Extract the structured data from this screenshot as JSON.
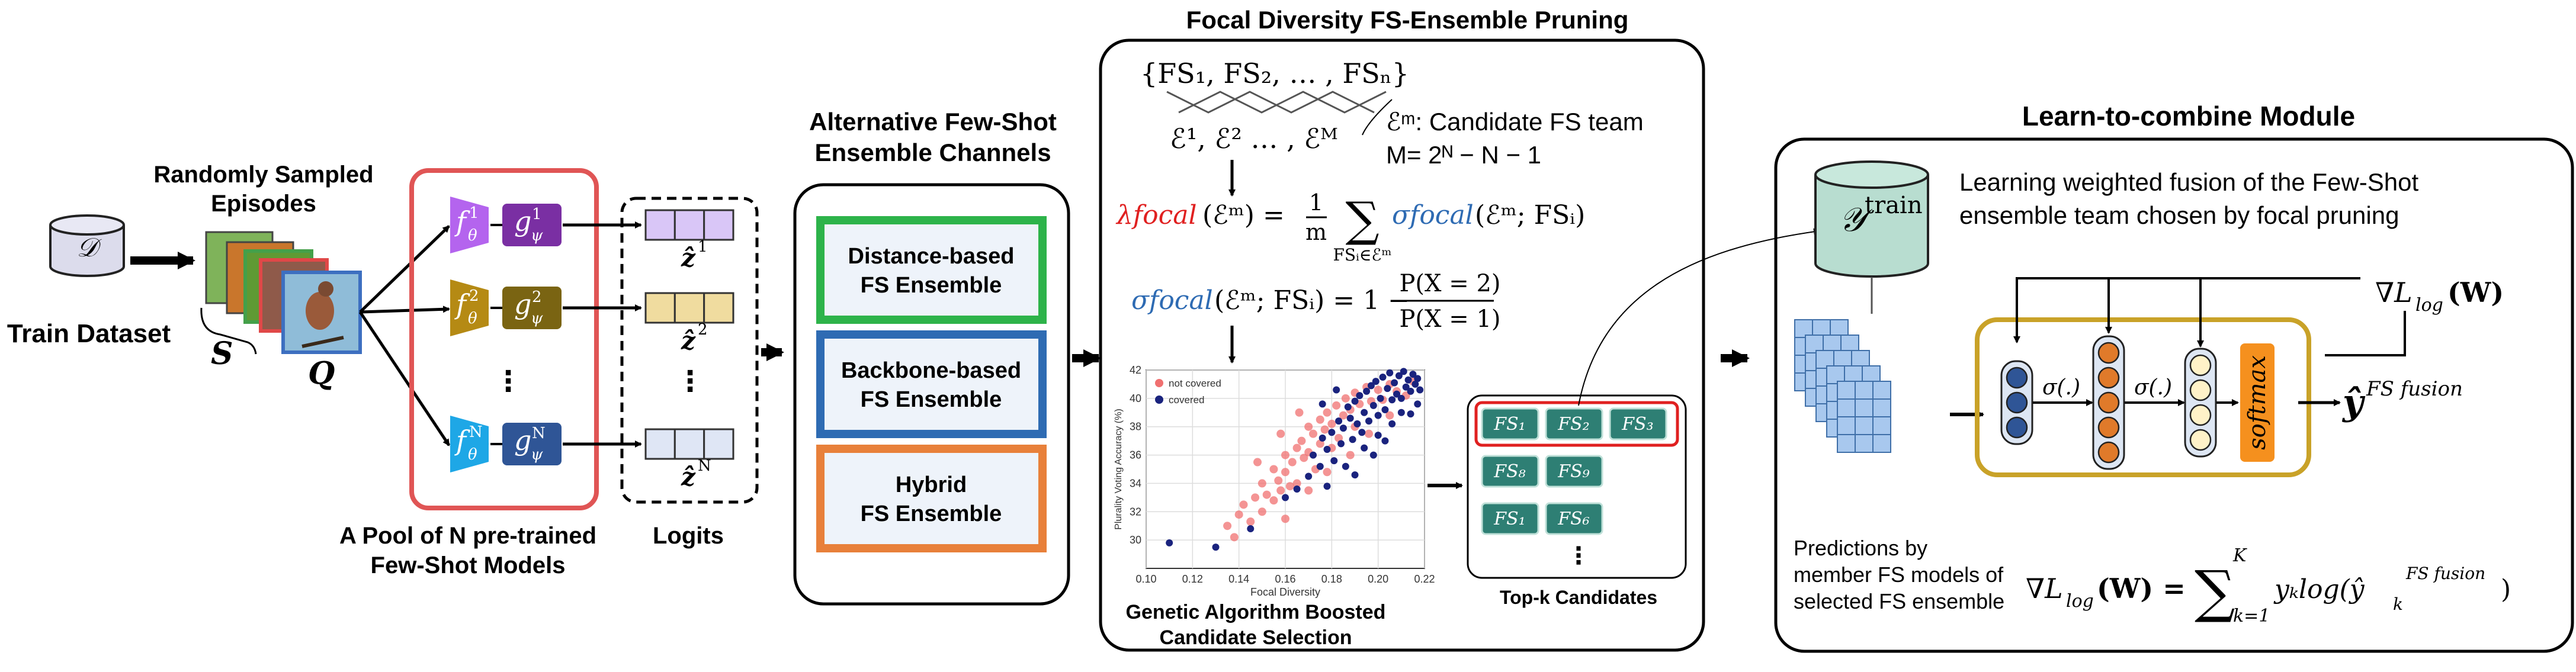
{
  "train": {
    "dataset_symbol": "𝒟",
    "dataset_label": "Train Dataset",
    "episodes_title_line1": "Randomly Sampled",
    "episodes_title_line2": "Episodes",
    "support_label": "S",
    "query_label": "Q"
  },
  "pool": {
    "models": [
      {
        "f_label": "f",
        "f_sup": "1",
        "g_label": "g",
        "g_sup": "1",
        "logit_label": "ẑ",
        "logit_sup": "1",
        "f_color": "#b464ee",
        "g_color": "#7a2fa3",
        "logit_color": "#d9c6f7"
      },
      {
        "f_label": "f",
        "f_sup": "2",
        "g_label": "g",
        "g_sup": "2",
        "logit_label": "ẑ",
        "logit_sup": "2",
        "f_color": "#b58a14",
        "g_color": "#7a6412",
        "logit_color": "#f0dc9f"
      },
      {
        "f_label": "f",
        "f_sup": "N",
        "g_label": "g",
        "g_sup": "N",
        "logit_label": "ẑ",
        "logit_sup": "N",
        "f_color": "#1ea7e6",
        "g_color": "#2f5596",
        "logit_color": "#dfe6f5"
      }
    ],
    "theta_sub": "θ",
    "psi_sub": "ψ",
    "dots": "⋮",
    "caption_line1": "A Pool of N pre-trained",
    "caption_line2": "Few-Shot Models",
    "logits_label": "Logits",
    "border_color": "#e05555"
  },
  "channels": {
    "title_line1": "Alternative Few-Shot",
    "title_line2": "Ensemble Channels",
    "items": [
      {
        "line1": "Distance-based",
        "line2": "FS Ensemble",
        "color": "#2db34a"
      },
      {
        "line1": "Backbone-based",
        "line2": "FS Ensemble",
        "color": "#2e6bb3"
      },
      {
        "line1": "Hybrid",
        "line2": "FS Ensemble",
        "color": "#e8803a"
      }
    ]
  },
  "pruning": {
    "title": "Focal Diversity FS-Ensemble Pruning",
    "fs_set": "{FS₁, FS₂, … , FSₙ}",
    "teams": "ℰ¹, ℰ² … , ℰᴹ",
    "cand_def": "ℰᵐ: Candidate FS team",
    "m_def": "M= 2ᴺ − N − 1",
    "lambda_label": "λfocal",
    "lambda_rhs": "(ℰᵐ) = ",
    "frac_num": "1",
    "frac_den": "m",
    "sum_symbol": "∑",
    "sum_sub": "FSᵢ∈ℰᵐ",
    "sigma_label": "σfocal",
    "sigma_term": "(ℰᵐ; FSᵢ)",
    "sigma_rhs_lead": "(ℰᵐ; FSᵢ) = 1 −",
    "p_num": "P(X = 2)",
    "p_den": "P(X = 1)",
    "ga_caption_line1": "Genetic Algorithm Boosted",
    "ga_caption_line2": "Candidate Selection",
    "topk_label": "Top-k Candidates",
    "topk_rows": [
      [
        "FS₁",
        "FS₂",
        "FS₃"
      ],
      [
        "FS₈",
        "FS₉"
      ],
      [
        "FS₁",
        "FS₆"
      ]
    ],
    "topk_dots": "⋮"
  },
  "chart_data": {
    "type": "scatter",
    "xlabel": "Focal Diversity",
    "ylabel": "Plurality Voting Accuracy (%)",
    "xlim": [
      0.1,
      0.22
    ],
    "ylim": [
      28,
      42
    ],
    "xticks": [
      "0.10",
      "0.12",
      "0.14",
      "0.16",
      "0.18",
      "0.20",
      "0.22"
    ],
    "yticks": [
      "30",
      "32",
      "34",
      "36",
      "38",
      "40",
      "42"
    ],
    "grid": true,
    "legend_position": "top-left",
    "series": [
      {
        "name": "not covered",
        "color": "#f07070",
        "points": [
          [
            0.135,
            31.0
          ],
          [
            0.138,
            30.2
          ],
          [
            0.14,
            31.8
          ],
          [
            0.142,
            32.5
          ],
          [
            0.145,
            31.3
          ],
          [
            0.147,
            33.0
          ],
          [
            0.15,
            32.0
          ],
          [
            0.15,
            34.0
          ],
          [
            0.152,
            33.2
          ],
          [
            0.155,
            32.8
          ],
          [
            0.155,
            35.0
          ],
          [
            0.157,
            34.2
          ],
          [
            0.158,
            33.5
          ],
          [
            0.16,
            34.8
          ],
          [
            0.16,
            36.0
          ],
          [
            0.162,
            33.8
          ],
          [
            0.163,
            35.5
          ],
          [
            0.165,
            36.5
          ],
          [
            0.165,
            34.0
          ],
          [
            0.167,
            37.0
          ],
          [
            0.168,
            35.8
          ],
          [
            0.17,
            36.2
          ],
          [
            0.17,
            38.0
          ],
          [
            0.172,
            37.5
          ],
          [
            0.173,
            35.0
          ],
          [
            0.175,
            38.5
          ],
          [
            0.175,
            36.8
          ],
          [
            0.177,
            37.8
          ],
          [
            0.178,
            39.0
          ],
          [
            0.18,
            38.2
          ],
          [
            0.18,
            36.5
          ],
          [
            0.182,
            39.5
          ],
          [
            0.183,
            37.2
          ],
          [
            0.185,
            38.8
          ],
          [
            0.186,
            40.0
          ],
          [
            0.188,
            39.2
          ],
          [
            0.19,
            38.0
          ],
          [
            0.19,
            40.4
          ],
          [
            0.192,
            39.6
          ],
          [
            0.195,
            40.8
          ],
          [
            0.197,
            39.8
          ],
          [
            0.2,
            40.6
          ],
          [
            0.202,
            39.9
          ],
          [
            0.205,
            41.0
          ],
          [
            0.16,
            31.5
          ],
          [
            0.17,
            33.5
          ],
          [
            0.148,
            35.5
          ],
          [
            0.158,
            37.5
          ],
          [
            0.166,
            39.0
          ],
          [
            0.178,
            34.8
          ],
          [
            0.188,
            36.0
          ],
          [
            0.196,
            37.5
          ],
          [
            0.205,
            38.8
          ],
          [
            0.212,
            40.2
          ],
          [
            0.215,
            41.2
          ],
          [
            0.208,
            40.5
          ]
        ]
      },
      {
        "name": "covered",
        "color": "#1a237e",
        "points": [
          [
            0.11,
            29.8
          ],
          [
            0.13,
            29.5
          ],
          [
            0.145,
            30.8
          ],
          [
            0.16,
            33.0
          ],
          [
            0.165,
            33.6
          ],
          [
            0.17,
            34.5
          ],
          [
            0.172,
            36.0
          ],
          [
            0.175,
            35.2
          ],
          [
            0.176,
            37.2
          ],
          [
            0.178,
            36.4
          ],
          [
            0.18,
            37.6
          ],
          [
            0.181,
            35.6
          ],
          [
            0.183,
            38.4
          ],
          [
            0.184,
            36.8
          ],
          [
            0.185,
            37.9
          ],
          [
            0.187,
            39.4
          ],
          [
            0.188,
            38.6
          ],
          [
            0.189,
            37.1
          ],
          [
            0.19,
            39.8
          ],
          [
            0.191,
            38.2
          ],
          [
            0.192,
            40.2
          ],
          [
            0.193,
            37.6
          ],
          [
            0.194,
            39.0
          ],
          [
            0.195,
            40.5
          ],
          [
            0.196,
            38.4
          ],
          [
            0.197,
            40.9
          ],
          [
            0.198,
            39.5
          ],
          [
            0.199,
            41.2
          ],
          [
            0.2,
            38.8
          ],
          [
            0.201,
            40.0
          ],
          [
            0.202,
            41.5
          ],
          [
            0.203,
            39.2
          ],
          [
            0.204,
            40.7
          ],
          [
            0.205,
            41.8
          ],
          [
            0.206,
            39.9
          ],
          [
            0.207,
            41.1
          ],
          [
            0.208,
            40.3
          ],
          [
            0.209,
            41.6
          ],
          [
            0.21,
            40.0
          ],
          [
            0.211,
            41.9
          ],
          [
            0.212,
            40.8
          ],
          [
            0.213,
            41.3
          ],
          [
            0.214,
            40.5
          ],
          [
            0.215,
            41.7
          ],
          [
            0.216,
            41.0
          ],
          [
            0.217,
            41.4
          ],
          [
            0.218,
            40.6
          ],
          [
            0.186,
            35.2
          ],
          [
            0.194,
            36.5
          ],
          [
            0.2,
            37.4
          ],
          [
            0.206,
            38.2
          ],
          [
            0.21,
            39.0
          ],
          [
            0.178,
            33.8
          ],
          [
            0.19,
            34.6
          ],
          [
            0.198,
            36.0
          ],
          [
            0.203,
            37.0
          ],
          [
            0.214,
            38.9
          ],
          [
            0.217,
            39.6
          ],
          [
            0.182,
            40.6
          ],
          [
            0.176,
            39.6
          ]
        ]
      }
    ]
  },
  "combine": {
    "title": "Learn-to-combine Module",
    "y_train_main": "𝒴",
    "y_train_sup": "train",
    "desc_line1": "Learning weighted fusion of the Few-Shot",
    "desc_line2": "ensemble team chosen by focal pruning",
    "grad_label": "∇L",
    "grad_sub": "log",
    "grad_arg": "(W)",
    "sigma_label": "σ(.)",
    "softmax_label": "softmax",
    "output_label": "ŷ",
    "output_sup": "FS fusion",
    "pred_line1": "Predictions by",
    "pred_line2": "member FS models of",
    "pred_line3": "selected FS ensemble",
    "formula_lhs": "∇L",
    "formula_lhs_sub": "log",
    "formula_lhs_arg": "(W) =",
    "formula_sum": "∑",
    "formula_sum_sup": "K",
    "formula_sum_sub": "k=1",
    "formula_rhs": "yₖlog(ŷ",
    "formula_rhs_sub": "k",
    "formula_rhs_sup": "FS fusion",
    "formula_rhs_end": ")",
    "layer_colors": [
      "#2f5596",
      "#e07a2a",
      "#fff2c8"
    ],
    "module_border": "#c9a228",
    "softmax_color": "#f5901e"
  }
}
